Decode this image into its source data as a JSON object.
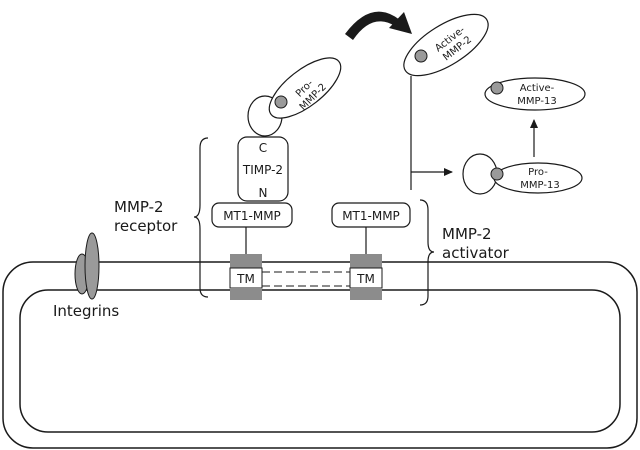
{
  "labels": {
    "pro_mmp2_line1": "Pro-",
    "pro_mmp2_line2": "MMP-2",
    "active_mmp2_line1": "Active-",
    "active_mmp2_line2": "MMP-2",
    "active_mmp13_line1": "Active-",
    "active_mmp13_line2": "MMP-13",
    "pro_mmp13_line1": "Pro-",
    "pro_mmp13_line2": "MMP-13",
    "timp_c": "C",
    "timp_name": "TIMP-2",
    "timp_n": "N",
    "mt1_mmp_left": "MT1-MMP",
    "mt1_mmp_right": "MT1-MMP",
    "tm_left": "TM",
    "tm_right": "TM",
    "receptor_line1": "MMP-2",
    "receptor_line2": "receptor",
    "activator_line1": "MMP-2",
    "activator_line2": "activator",
    "integrins": "Integrins"
  },
  "colors": {
    "stroke": "#1a1a1a",
    "gray_fill": "#9a9a9a",
    "tm_fill": "#8c8c8c",
    "white": "#ffffff"
  }
}
